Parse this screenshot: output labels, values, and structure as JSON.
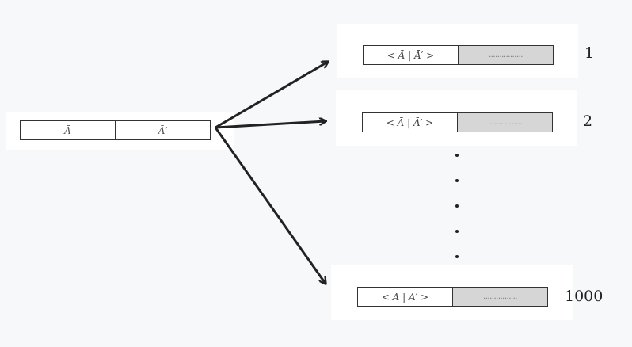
{
  "source_record": {
    "cell_a": "Ā",
    "cell_b": "Ā′"
  },
  "targets": [
    {
      "formula": "< Ā | Ā′ >",
      "fill": "................",
      "label": "1"
    },
    {
      "formula": "< Ā | Ā′ >",
      "fill": "................",
      "label": "2"
    },
    {
      "formula": "< Ā | Ā′ >",
      "fill": "................",
      "label": "1000"
    }
  ],
  "ellipsis_count": 5,
  "colors": {
    "background": "#f6f8fa",
    "panel": "#ffffff",
    "stroke": "#222222",
    "fill": "#d6d6d6"
  }
}
